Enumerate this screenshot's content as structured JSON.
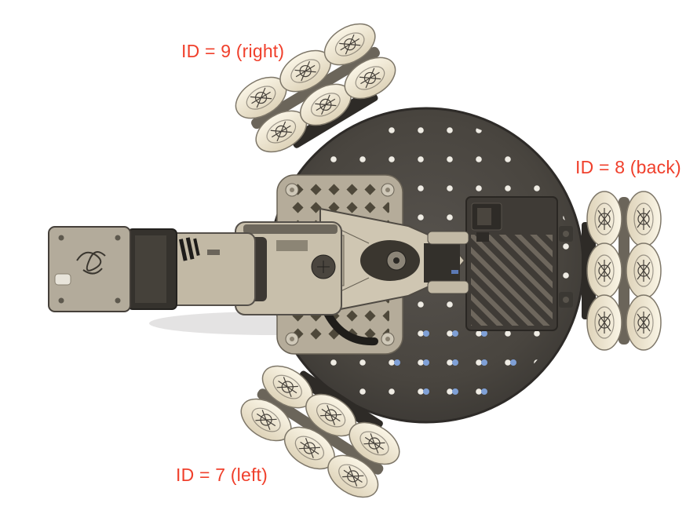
{
  "figure": {
    "description": "Top-view CAD rendering of a three-wheeled omnidirectional mobile robot with a manipulator arm; red annotations mark the wheel motor IDs",
    "labels": {
      "id9": {
        "text": "ID = 9 (right)"
      },
      "id8": {
        "text": "ID = 8 (back)"
      },
      "id7": {
        "text": "ID = 7 (left)"
      }
    },
    "colors": {
      "annotation": "#f0402c",
      "base_plate": "#49453f",
      "plate_hole": "#efece4",
      "blue_hole": "#7fa0d6",
      "wheel_roller": "#f3ecd9",
      "arm_beige": "#c6bda9",
      "dark_hardware": "#33302b",
      "background": "#ffffff"
    }
  }
}
